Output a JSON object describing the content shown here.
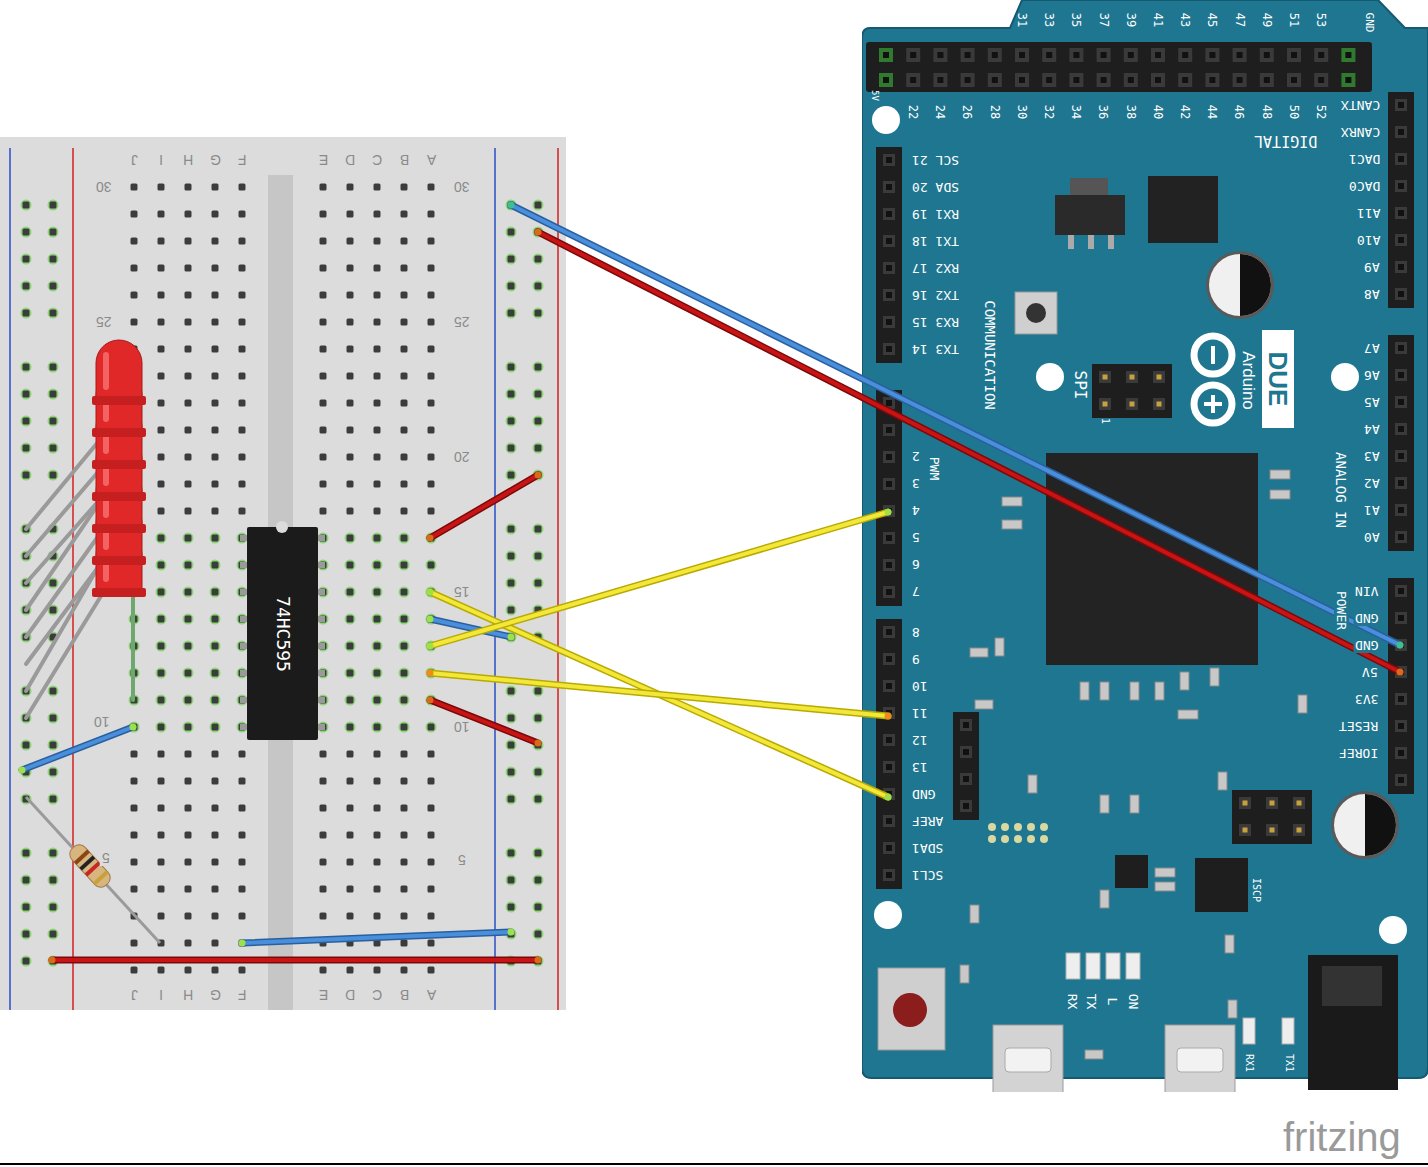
{
  "diagram": {
    "nodes": [
      {
        "text": [
          "74HC595"
        ]
      },
      {
        "text": [
          "Arduino",
          "DUE"
        ]
      }
    ],
    "labels": [
      "J",
      "I",
      "H",
      "G",
      "F",
      "E",
      "D",
      "C",
      "B",
      "A",
      "J",
      "I",
      "H",
      "G",
      "F",
      "E",
      "D",
      "C",
      "B",
      "A",
      "30",
      "25",
      "10",
      "5",
      "30",
      "25",
      "20",
      "15",
      "10",
      "5",
      "31",
      "33",
      "35",
      "37",
      "39",
      "41",
      "43",
      "45",
      "47",
      "49",
      "51",
      "53",
      "GND",
      "22",
      "24",
      "26",
      "28",
      "30",
      "32",
      "34",
      "36",
      "38",
      "40",
      "42",
      "44",
      "46",
      "48",
      "50",
      "52",
      "5V",
      "DIGITAL",
      "CANTX",
      "CANRX",
      "DAC1",
      "DAC0",
      "A11",
      "A10",
      "A9",
      "A8",
      "A7",
      "A6",
      "A5",
      "A4",
      "A3",
      "A2",
      "A1",
      "A0",
      "ANALOG IN",
      "SCL 21",
      "SDA 20",
      "RX1 19",
      "TX1 18",
      "RX2 17",
      "TX2 16",
      "RX3 15",
      "TX3 14",
      "COMMUNICATION",
      "2",
      "3",
      "4",
      "5",
      "6",
      "7",
      "PWM",
      "8",
      "9",
      "10",
      "11",
      "12",
      "13",
      "GND",
      "AREF",
      "SDA1",
      "SCL1",
      "VIN",
      "GND",
      "GND",
      "5V",
      "3V3",
      "RESET",
      "IOREF",
      "POWER",
      "SPI",
      "1",
      "ISCP",
      "RX",
      "TX",
      "L",
      "ON",
      "RX1",
      "TX1",
      "fritzing"
    ]
  }
}
